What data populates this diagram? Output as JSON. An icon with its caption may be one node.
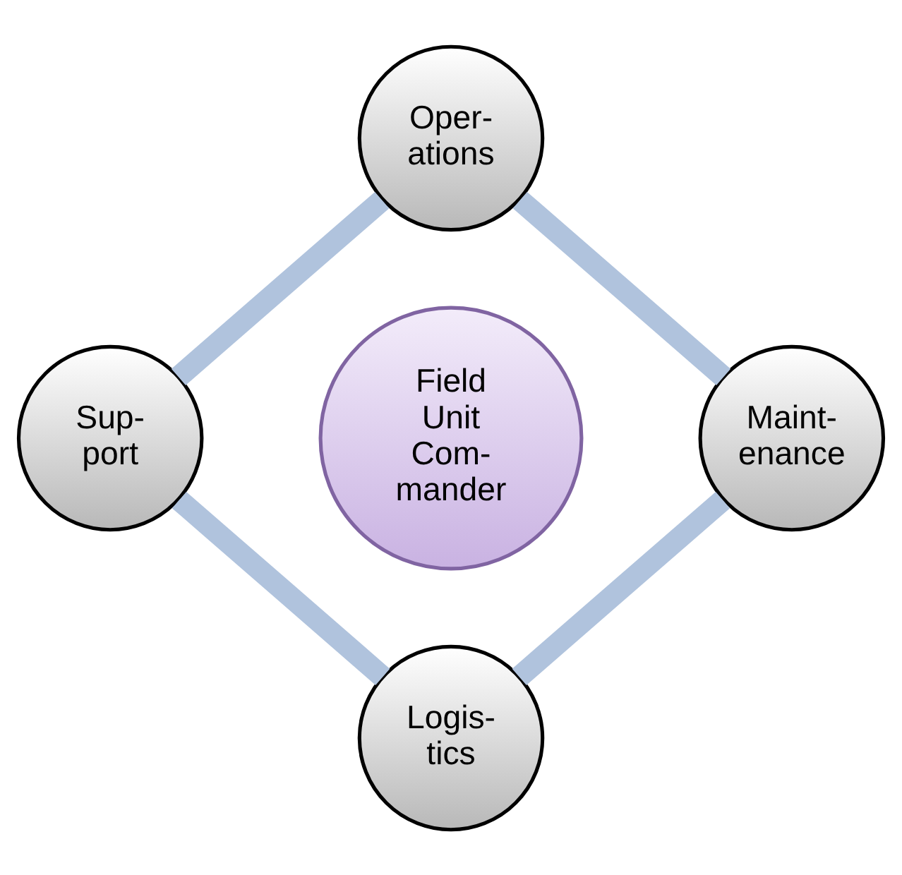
{
  "diagram": {
    "nodes": [
      {
        "text": [
          "Field Unit Com- mander"
        ]
      },
      {
        "text": [
          "Oper- ations"
        ]
      },
      {
        "text": [
          "Maint- enance"
        ]
      },
      {
        "text": [
          "Logis- tics"
        ]
      },
      {
        "text": [
          "Sup- port"
        ]
      }
    ],
    "edges": [
      {
        "from": 1,
        "to": 2,
        "arrow": "none"
      },
      {
        "from": 2,
        "to": 3,
        "arrow": "none"
      },
      {
        "from": 3,
        "to": 4,
        "arrow": "none"
      },
      {
        "from": 4,
        "to": 1,
        "arrow": "none"
      }
    ]
  }
}
